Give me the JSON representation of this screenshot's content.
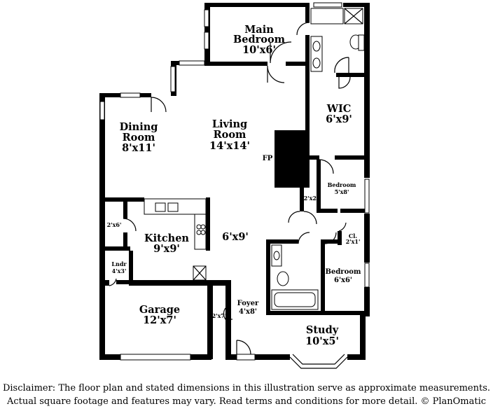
{
  "rooms": {
    "main_bedroom": {
      "name_line1": "Main",
      "name_line2": "Bedroom",
      "dim": "10'x6'"
    },
    "wic": {
      "name": "WIC",
      "dim": "6'x9'"
    },
    "dining": {
      "name_line1": "Dining",
      "name_line2": "Room",
      "dim": "8'x11'"
    },
    "living": {
      "name_line1": "Living",
      "name_line2": "Room",
      "dim": "14'x14'"
    },
    "fireplace": {
      "label": "FP"
    },
    "bedroom_small": {
      "name": "Bedroom",
      "dim": "5'x8'"
    },
    "closet_2x2": {
      "dim": "2'x2'"
    },
    "kitchen": {
      "name": "Kitchen",
      "dim": "9'x9'"
    },
    "pantry": {
      "dim": "2'x6'"
    },
    "hall": {
      "dim": "6'x9'"
    },
    "laundry": {
      "name": "Lndr",
      "dim": "4'x3'"
    },
    "closet_cl": {
      "name": "Cl.",
      "dim": "2'x1'"
    },
    "bedroom2": {
      "name": "Bedroom",
      "dim": "6'x6'"
    },
    "garage": {
      "name": "Garage",
      "dim": "12'x7'"
    },
    "foyer": {
      "name": "Foyer",
      "dim": "4'x8'"
    },
    "closet_2x7": {
      "dim": "2'x7'"
    },
    "study": {
      "name": "Study",
      "dim": "10'x5'"
    }
  },
  "disclaimer": {
    "line1": "Disclaimer: The floor plan and stated dimensions in this illustration serve as approximate measurements.",
    "line2": "Actual square footage and features may vary. Read terms and conditions for more detail. © PlanOmatic"
  }
}
